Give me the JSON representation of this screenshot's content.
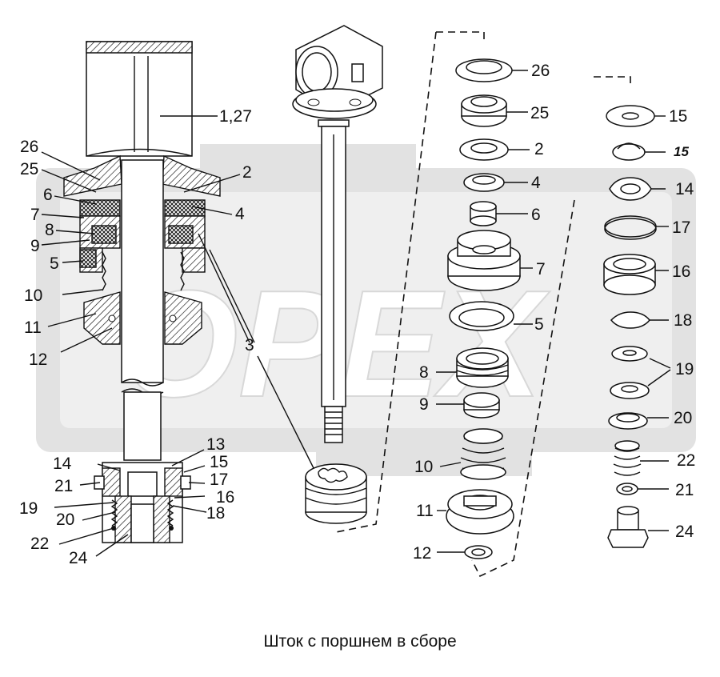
{
  "caption": "Шток с поршнем в сборе",
  "watermark": "OPEX",
  "colors": {
    "line": "#111111",
    "watermark": "#e2e2e2",
    "background": "#ffffff"
  },
  "labels": {
    "l_26": "26",
    "l_25": "25",
    "l_6": "6",
    "l_7": "7",
    "l_8": "8",
    "l_9": "9",
    "l_5": "5",
    "l_10": "10",
    "l_11": "11",
    "l_12": "12",
    "l_2": "2",
    "l_4": "4",
    "l_1_27": "1,27",
    "l_3": "3",
    "l_13": "13",
    "l_14": "14",
    "l_15": "15",
    "l_21": "21",
    "l_17": "17",
    "l_19": "19",
    "l_16": "16",
    "l_20": "20",
    "l_18": "18",
    "l_22": "22",
    "l_24": "24",
    "m_26": "26",
    "m_25": "25",
    "m_2": "2",
    "m_4": "4",
    "m_6": "6",
    "m_7": "7",
    "m_5": "5",
    "m_8": "8",
    "m_9": "9",
    "m_10": "10",
    "m_11": "11",
    "m_12": "12",
    "r_15a": "15",
    "r_15b": "15",
    "r_14": "14",
    "r_17": "17",
    "r_16": "16",
    "r_18": "18",
    "r_19": "19",
    "r_20": "20",
    "r_22": "22",
    "r_21": "21",
    "r_24": "24"
  }
}
